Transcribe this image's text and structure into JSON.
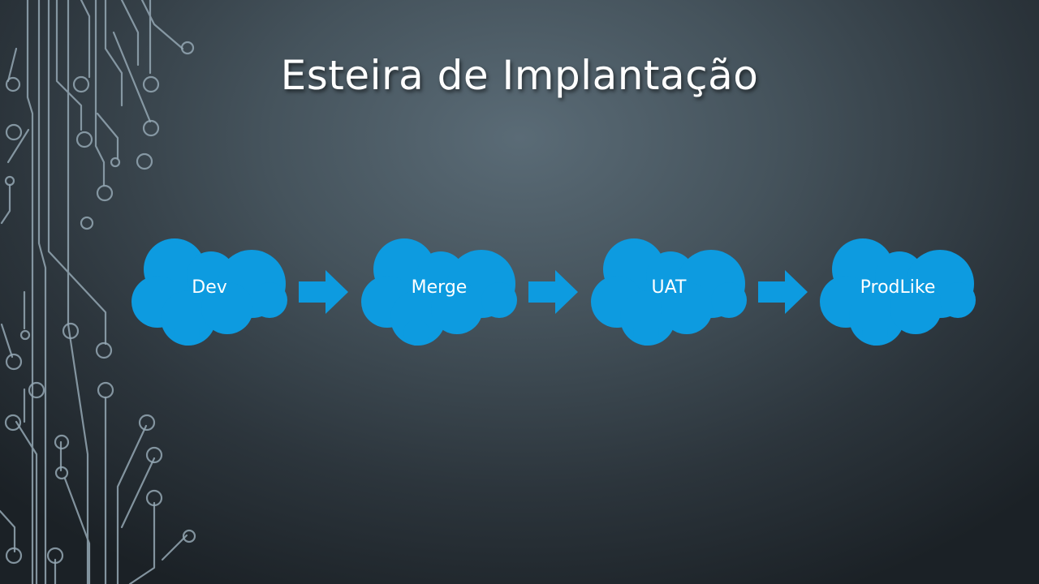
{
  "slide": {
    "title": "Esteira de Implantação"
  },
  "pipeline": {
    "stages": [
      {
        "label": "Dev"
      },
      {
        "label": "Merge"
      },
      {
        "label": "UAT"
      },
      {
        "label": "ProdLike"
      }
    ]
  },
  "colors": {
    "cloud": "#0d9be0",
    "arrow": "#0d9be0",
    "title": "#ffffff",
    "circuit": "#94a7b3"
  }
}
